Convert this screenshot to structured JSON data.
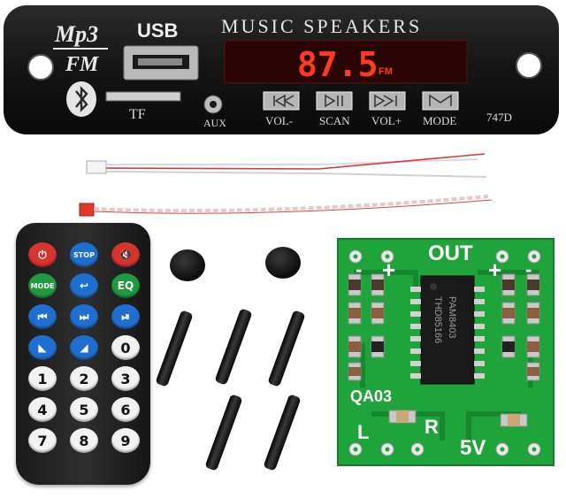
{
  "module": {
    "brand_top": "Mp3",
    "brand_bottom": "FM",
    "usb_label": "USB",
    "title": "MUSIC SPEAKERS",
    "display_value": "87.5",
    "display_unit": "FM",
    "tf_label": "TF",
    "aux_label": "AUX",
    "buttons": [
      {
        "label": "VOL-",
        "icon": "prev-icon"
      },
      {
        "label": "SCAN",
        "icon": "play-pause-icon"
      },
      {
        "label": "VOL+",
        "icon": "next-icon"
      },
      {
        "label": "MODE",
        "icon": "mode-icon"
      }
    ],
    "model": "747D",
    "colors": {
      "body": "#141414",
      "display": "#ff3b1f",
      "text": "#d9d9d9"
    }
  },
  "remote": {
    "keys": [
      {
        "label": "⏻",
        "color": "#d6342f"
      },
      {
        "label": "STOP",
        "color": "#1f6fd0"
      },
      {
        "label": "🔇",
        "color": "#d6342f"
      },
      {
        "label": "MODE",
        "color": "#1f9a3e"
      },
      {
        "label": "↩",
        "color": "#1f6fd0"
      },
      {
        "label": "EQ",
        "color": "#1f9a3e"
      },
      {
        "label": "⏮",
        "color": "#1f6fd0"
      },
      {
        "label": "⏭",
        "color": "#1f6fd0"
      },
      {
        "label": "⏯",
        "color": "#1f6fd0"
      },
      {
        "label": "◣",
        "color": "#1f6fd0"
      },
      {
        "label": "◢",
        "color": "#1f6fd0"
      },
      {
        "label": "0",
        "color": "#f2f2f2"
      },
      {
        "label": "1",
        "color": "#f2f2f2"
      },
      {
        "label": "2",
        "color": "#f2f2f2"
      },
      {
        "label": "3",
        "color": "#f2f2f2"
      },
      {
        "label": "4",
        "color": "#f2f2f2"
      },
      {
        "label": "5",
        "color": "#f2f2f2"
      },
      {
        "label": "6",
        "color": "#f2f2f2"
      },
      {
        "label": "7",
        "color": "#f2f2f2"
      },
      {
        "label": "8",
        "color": "#f2f2f2"
      },
      {
        "label": "9",
        "color": "#f2f2f2"
      }
    ]
  },
  "amp_board": {
    "out_label": "OUT",
    "chip_line1": "PAM8403",
    "chip_line2": "THD85166",
    "board_id": "QA03",
    "left_label": "L",
    "right_label": "R",
    "power_label": "5V",
    "plus_left": "+",
    "minus_left": "-",
    "plus_right": "+",
    "minus_right": "-",
    "colors": {
      "pcb": "#1fa43c",
      "silk": "#ffffff"
    }
  }
}
